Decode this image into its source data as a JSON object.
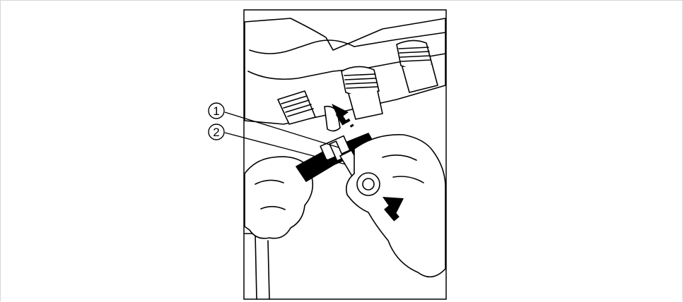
{
  "figure": {
    "callouts": [
      {
        "id": "1",
        "label": "1"
      },
      {
        "id": "2",
        "label": "2"
      }
    ]
  },
  "colors": {
    "line": "#000000",
    "fill": "#ffffff",
    "frame_border": "#d6d6d6"
  }
}
